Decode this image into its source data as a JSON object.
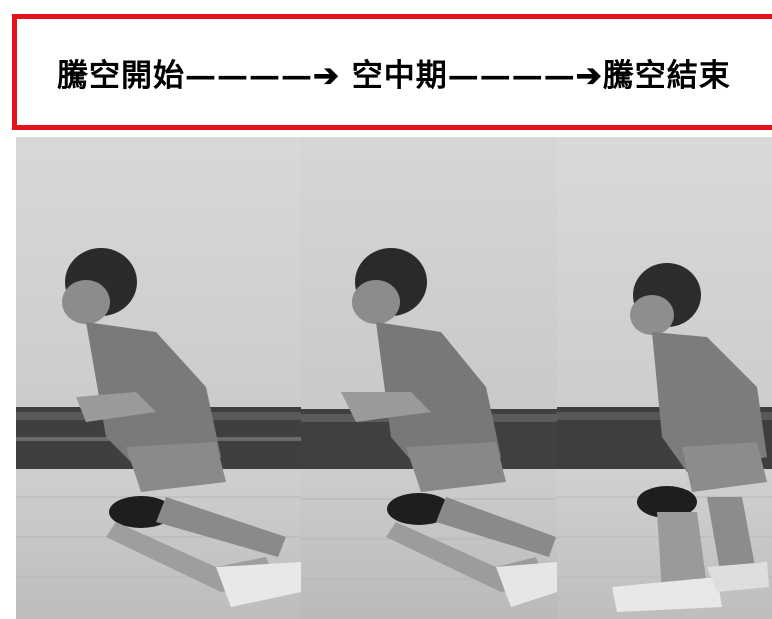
{
  "caption": {
    "text": "騰空開始————➔ 空中期————➔騰空結束"
  },
  "colors": {
    "border": "#e0141a",
    "text": "#000000"
  },
  "frames": [
    {
      "phase": "takeoff"
    },
    {
      "phase": "airborne"
    },
    {
      "phase": "landing"
    }
  ]
}
